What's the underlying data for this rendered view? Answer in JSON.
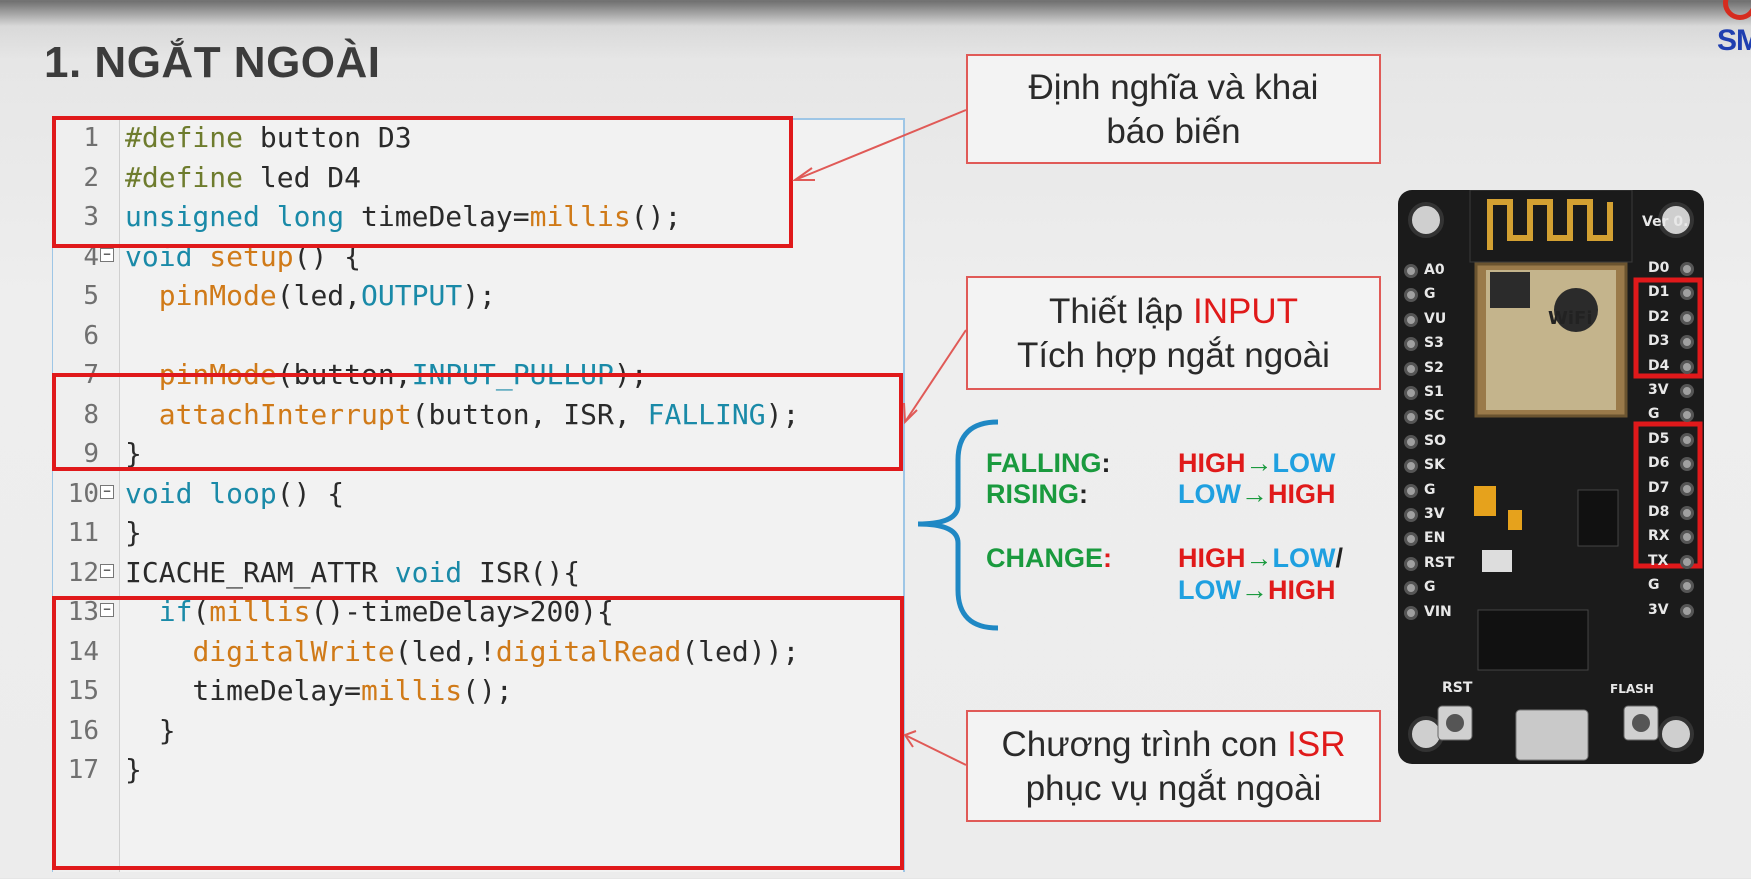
{
  "slide": {
    "title": "1. NGẮT NGOÀI",
    "logo_text": "SM"
  },
  "code": {
    "lines": [
      {
        "n": "1",
        "tokens": [
          {
            "c": "pp",
            "t": "#define"
          },
          {
            "c": "tx",
            "t": " button D3"
          }
        ]
      },
      {
        "n": "2",
        "tokens": [
          {
            "c": "pp",
            "t": "#define"
          },
          {
            "c": "tx",
            "t": " led D4"
          }
        ]
      },
      {
        "n": "3",
        "tokens": [
          {
            "c": "kw",
            "t": "unsigned long"
          },
          {
            "c": "tx",
            "t": " timeDelay="
          },
          {
            "c": "fn",
            "t": "millis"
          },
          {
            "c": "tx",
            "t": "();"
          }
        ]
      },
      {
        "n": "4",
        "fold": true,
        "tokens": [
          {
            "c": "kw",
            "t": "void"
          },
          {
            "c": "tx",
            "t": " "
          },
          {
            "c": "fn",
            "t": "setup"
          },
          {
            "c": "tx",
            "t": "() {"
          }
        ]
      },
      {
        "n": "5",
        "tokens": [
          {
            "c": "tx",
            "t": "  "
          },
          {
            "c": "fn",
            "t": "pinMode"
          },
          {
            "c": "tx",
            "t": "(led,"
          },
          {
            "c": "cst",
            "t": "OUTPUT"
          },
          {
            "c": "tx",
            "t": ");"
          }
        ]
      },
      {
        "n": "6",
        "tokens": []
      },
      {
        "n": "7",
        "tokens": [
          {
            "c": "tx",
            "t": "  "
          },
          {
            "c": "fn",
            "t": "pinMode"
          },
          {
            "c": "tx",
            "t": "(button,"
          },
          {
            "c": "cst",
            "t": "INPUT_PULLUP"
          },
          {
            "c": "tx",
            "t": ");"
          }
        ]
      },
      {
        "n": "8",
        "tokens": [
          {
            "c": "tx",
            "t": "  "
          },
          {
            "c": "fn",
            "t": "attachInterrupt"
          },
          {
            "c": "tx",
            "t": "(button, ISR, "
          },
          {
            "c": "cst",
            "t": "FALLING"
          },
          {
            "c": "tx",
            "t": ");"
          }
        ]
      },
      {
        "n": "9",
        "tokens": [
          {
            "c": "tx",
            "t": "}"
          }
        ]
      },
      {
        "n": "10",
        "fold": true,
        "tokens": [
          {
            "c": "kw",
            "t": "void"
          },
          {
            "c": "tx",
            "t": " "
          },
          {
            "c": "kw",
            "t": "loop"
          },
          {
            "c": "tx",
            "t": "() {"
          }
        ]
      },
      {
        "n": "11",
        "tokens": [
          {
            "c": "tx",
            "t": "}"
          }
        ]
      },
      {
        "n": "12",
        "fold": true,
        "tokens": [
          {
            "c": "tx",
            "t": "ICACHE_RAM_ATTR "
          },
          {
            "c": "kw",
            "t": "void"
          },
          {
            "c": "tx",
            "t": " ISR(){"
          }
        ]
      },
      {
        "n": "13",
        "fold": true,
        "tokens": [
          {
            "c": "tx",
            "t": "  "
          },
          {
            "c": "kw",
            "t": "if"
          },
          {
            "c": "tx",
            "t": "("
          },
          {
            "c": "fn",
            "t": "millis"
          },
          {
            "c": "tx",
            "t": "()-timeDelay>200){"
          }
        ]
      },
      {
        "n": "14",
        "tokens": [
          {
            "c": "tx",
            "t": "    "
          },
          {
            "c": "fn",
            "t": "digitalWrite"
          },
          {
            "c": "tx",
            "t": "(led,!"
          },
          {
            "c": "fn",
            "t": "digitalRead"
          },
          {
            "c": "tx",
            "t": "(led));"
          }
        ]
      },
      {
        "n": "15",
        "tokens": [
          {
            "c": "tx",
            "t": "    timeDelay="
          },
          {
            "c": "fn",
            "t": "millis"
          },
          {
            "c": "tx",
            "t": "();"
          }
        ]
      },
      {
        "n": "16",
        "tokens": [
          {
            "c": "tx",
            "t": "  }"
          }
        ]
      },
      {
        "n": "17",
        "tokens": [
          {
            "c": "tx",
            "t": "}"
          }
        ]
      }
    ]
  },
  "callouts": {
    "define": {
      "line1": "Định nghĩa và khai",
      "line2": "báo biến"
    },
    "setup": {
      "line1_a": "Thiết lập ",
      "line1_b": "INPUT",
      "line2": "Tích hợp ngắt ngoài"
    },
    "isr": {
      "line1_a": "Chương trình con ",
      "line1_b": "ISR",
      "line2": "phục vụ ngắt ngoài"
    }
  },
  "edges": {
    "falling": {
      "label": "FALLING",
      "colon": ":",
      "from": "HIGH",
      "arrow": "→",
      "to": "LOW"
    },
    "rising": {
      "label": "RISING",
      "colon": ":",
      "from": "LOW",
      "arrow": "→",
      "to": "HIGH"
    },
    "change": {
      "label": "CHANGE",
      "colon": ":",
      "a_from": "HIGH",
      "a_arrow": "→",
      "a_to": "LOW",
      "slash": "/",
      "b_from": "LOW",
      "b_arrow": "→",
      "b_to": "HIGH"
    }
  },
  "board": {
    "left_pins": [
      "A0",
      "G",
      "VU",
      "S3",
      "S2",
      "S1",
      "SC",
      "SO",
      "SK",
      "G",
      "3V",
      "EN",
      "RST",
      "G",
      "VIN"
    ],
    "right_pins": [
      "D0",
      "D1",
      "D2",
      "D3",
      "D4",
      "3V",
      "G",
      "D5",
      "D6",
      "D7",
      "D8",
      "RX",
      "TX",
      "G",
      "3V"
    ],
    "header_text": "Ver 0.",
    "module_text": "WiFi",
    "buttons": [
      "RST",
      "FLASH"
    ]
  },
  "colors": {
    "highlight": "#e0191b",
    "keyword": "#1a8aa8",
    "function": "#d07a18",
    "preprocessor": "#6e7c2e",
    "brace": "#1f88c4"
  }
}
